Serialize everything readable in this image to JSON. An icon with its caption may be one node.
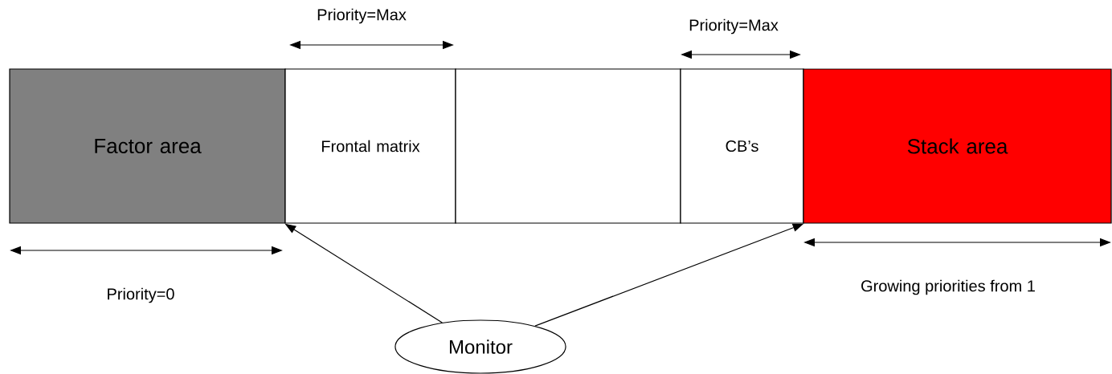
{
  "diagram": {
    "nodes": [
      {
        "text": [
          "Factor area"
        ]
      },
      {
        "text": [
          "Frontal matrix"
        ]
      },
      {
        "text": [],
        "shape": "box"
      },
      {
        "text": [
          "CB’s"
        ]
      },
      {
        "text": [
          "Stack area"
        ]
      },
      {
        "text": [
          "Monitor"
        ]
      }
    ],
    "edges": [
      {
        "from": 5,
        "to": 1,
        "arrow": "to"
      },
      {
        "from": 5,
        "to": 3,
        "arrow": "to"
      }
    ],
    "labels": [
      "Priority=Max",
      "Priority=Max",
      "Priority=0",
      "Growing priorities from 1"
    ]
  }
}
